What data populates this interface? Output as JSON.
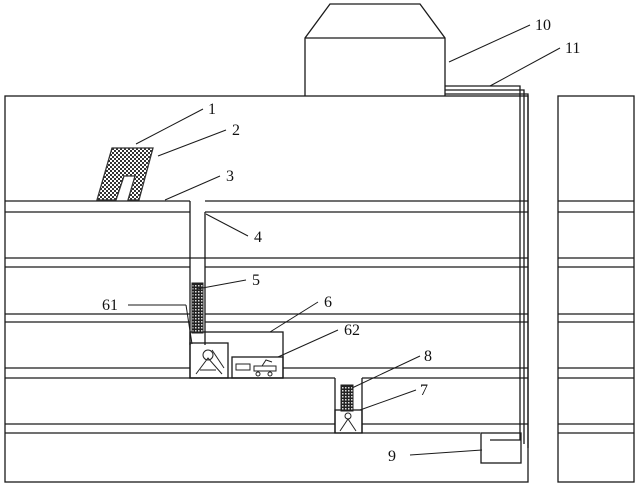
{
  "diagram": {
    "labels": {
      "l1": "1",
      "l2": "2",
      "l3": "3",
      "l4": "4",
      "l5": "5",
      "l6": "6",
      "l61": "61",
      "l62": "62",
      "l7": "7",
      "l8": "8",
      "l9": "9",
      "l10": "10",
      "l11": "11"
    },
    "colors": {
      "line": "#1a1a1a",
      "hatch": "#6b6b6b",
      "background": "#ffffff"
    }
  }
}
